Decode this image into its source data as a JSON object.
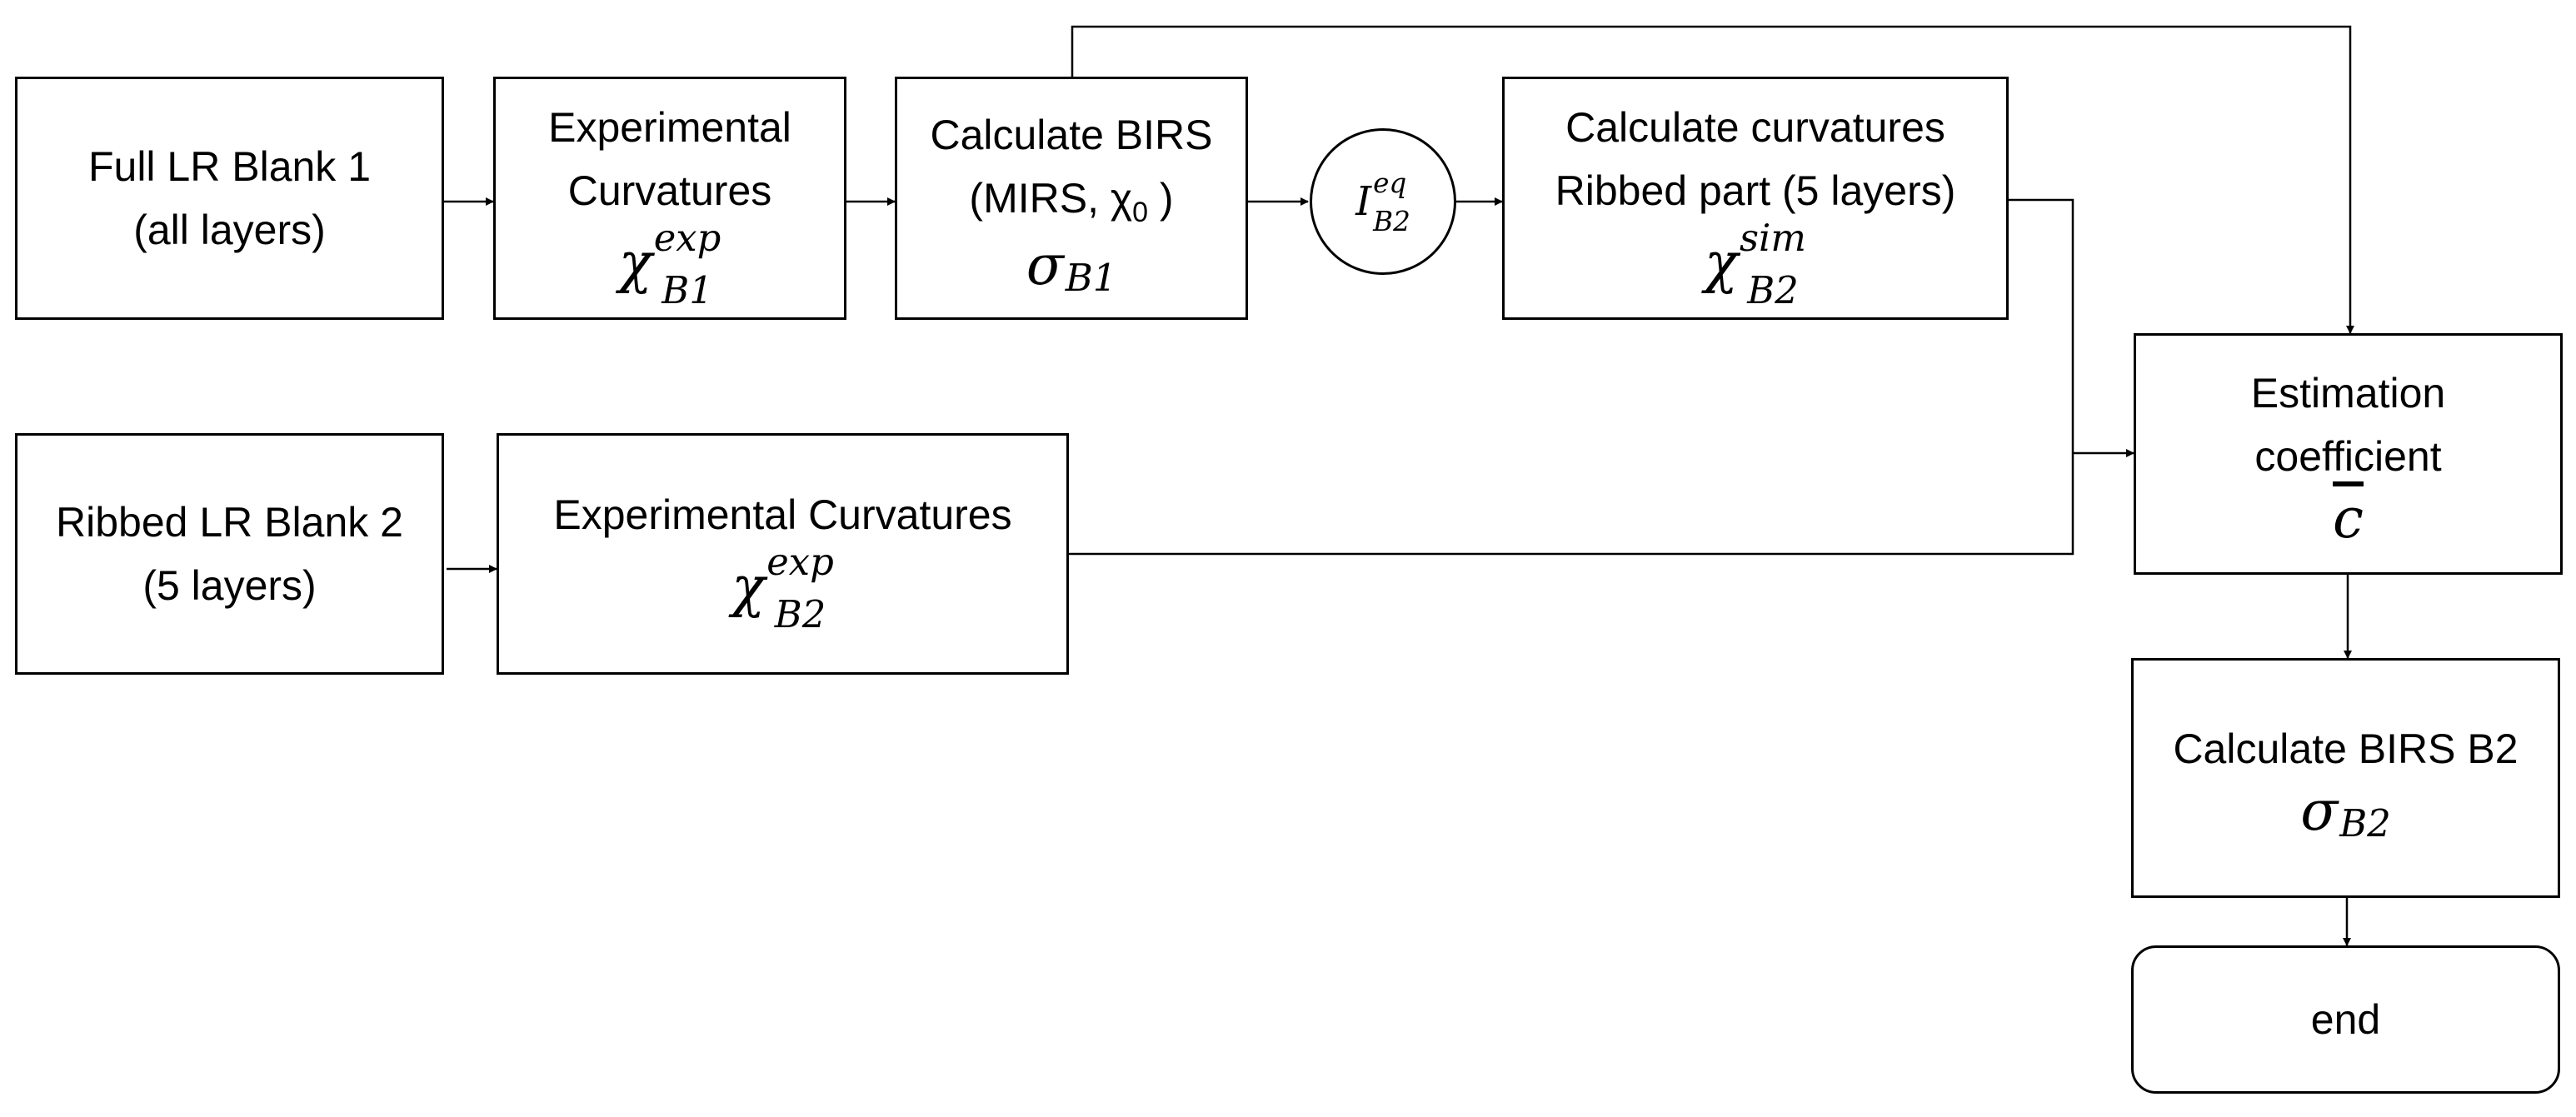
{
  "boxes": {
    "full_blank": {
      "line1": "Full LR Blank 1",
      "line2": "(all layers)"
    },
    "exp_curv_b1": {
      "line1": "Experimental",
      "line2": "Curvatures",
      "math": {
        "base": "χ",
        "sup": "exp",
        "sub": "B1"
      }
    },
    "calc_birs": {
      "line1": "Calculate BIRS",
      "line2_prefix": "(MIRS, ",
      "chi": "χ",
      "chi_sub": "0",
      "line2_suffix": " )",
      "math": {
        "base": "σ",
        "sub": "B1"
      }
    },
    "eq_inertia": {
      "math": {
        "base": "I",
        "sup": "eq",
        "sub": "B2"
      }
    },
    "calc_curv": {
      "line1": "Calculate curvatures",
      "line2": "Ribbed part (5 layers)",
      "math": {
        "base": "χ",
        "sup": "sim",
        "sub": "B2"
      }
    },
    "ribbed_blank": {
      "line1": "Ribbed LR Blank 2",
      "line2": "(5 layers)"
    },
    "exp_curv_b2": {
      "line1": "Experimental Curvatures",
      "math": {
        "base": "χ",
        "sup": "exp",
        "sub": "B2"
      }
    },
    "estimation": {
      "line1": "Estimation",
      "line2": "coefficient",
      "math": {
        "base": "c"
      }
    },
    "calc_birs_b2": {
      "line1": "Calculate BIRS B2",
      "math": {
        "base": "σ",
        "sub": "B2"
      }
    },
    "end": {
      "line1": "end"
    }
  },
  "colors": {
    "stroke": "#000000",
    "fill": "#ffffff"
  }
}
